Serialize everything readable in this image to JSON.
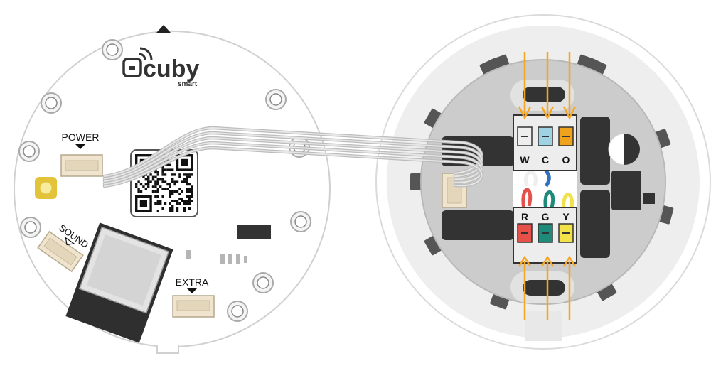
{
  "brand": {
    "name": "cuby",
    "tagline": "smart"
  },
  "board_labels": {
    "power": "POWER",
    "sound": "SOUND",
    "extra": "EXTRA"
  },
  "terminals": {
    "top": [
      "W",
      "C",
      "O"
    ],
    "bottom": [
      "R",
      "G",
      "Y"
    ]
  },
  "colors": {
    "wire_W": "#eeeeee",
    "wire_C": "#9fd3e3",
    "wire_O": "#f0a21c",
    "wire_R": "#e55049",
    "wire_G": "#1e8a7a",
    "wire_Y": "#f1e24a",
    "wire_C_loop": "#2f6fc4",
    "arrow": "#f5a623",
    "dark": "#333333",
    "ribbon": "#c4c4c4",
    "pad": "#e3c33a"
  }
}
